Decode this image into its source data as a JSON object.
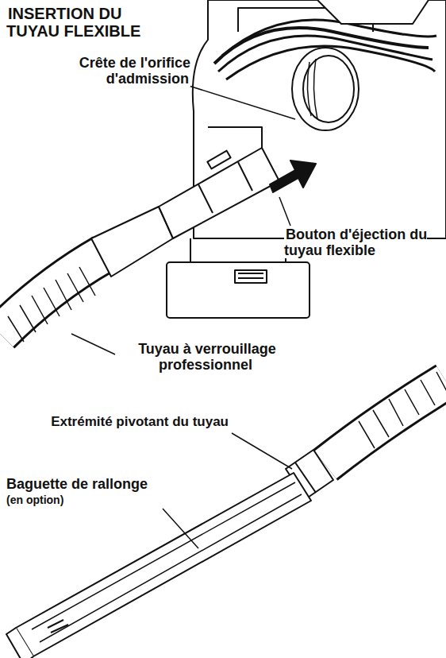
{
  "diagram": {
    "title": "INSERTION DU TUYAU FLEXIBLE",
    "labels": [
      "Crête de l'orifice d'admission",
      "Bouton d'éjection du tuyau flexible",
      "Tuyau à verrouillage professionnel",
      "Extrémité pivotant du tuyau",
      "Baguette de rallonge",
      "(en option)"
    ]
  }
}
